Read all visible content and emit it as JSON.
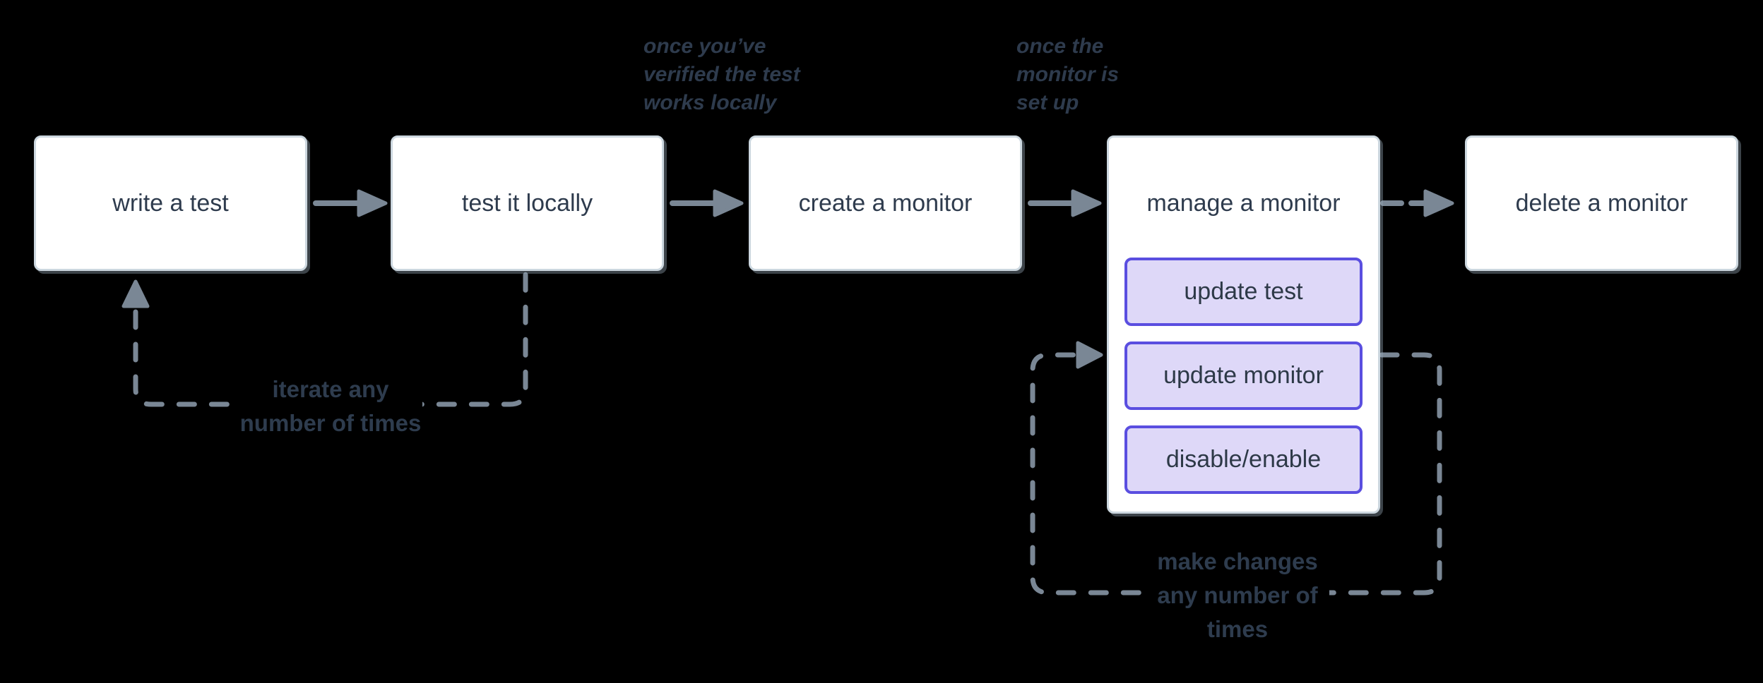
{
  "diagram": {
    "nodes": [
      {
        "label": "write a test"
      },
      {
        "label": "test it locally"
      },
      {
        "label": "create a monitor"
      },
      {
        "label": "manage a monitor",
        "children": [
          "update test",
          "update monitor",
          "disable/enable"
        ]
      },
      {
        "label": "delete a monitor"
      }
    ],
    "annotations": {
      "verified": {
        "lines": [
          "once you’ve",
          "verified the test",
          "works locally"
        ]
      },
      "setup": {
        "lines": [
          "once the",
          "monitor is",
          "set up"
        ]
      }
    },
    "loops": {
      "iterate": {
        "lines": [
          "iterate any",
          "number of times"
        ]
      },
      "make_changes": {
        "lines": [
          "make changes",
          "any number of",
          "times"
        ]
      }
    },
    "colors": {
      "background": "#000000",
      "node_fill": "#ffffff",
      "node_border": "#ccd7df",
      "node_text": "#2e3b4d",
      "subnode_fill": "#ded8f8",
      "subnode_border": "#5a4ee0",
      "connector": "#7a8795",
      "annotation_text": "#2e3b4d"
    }
  }
}
